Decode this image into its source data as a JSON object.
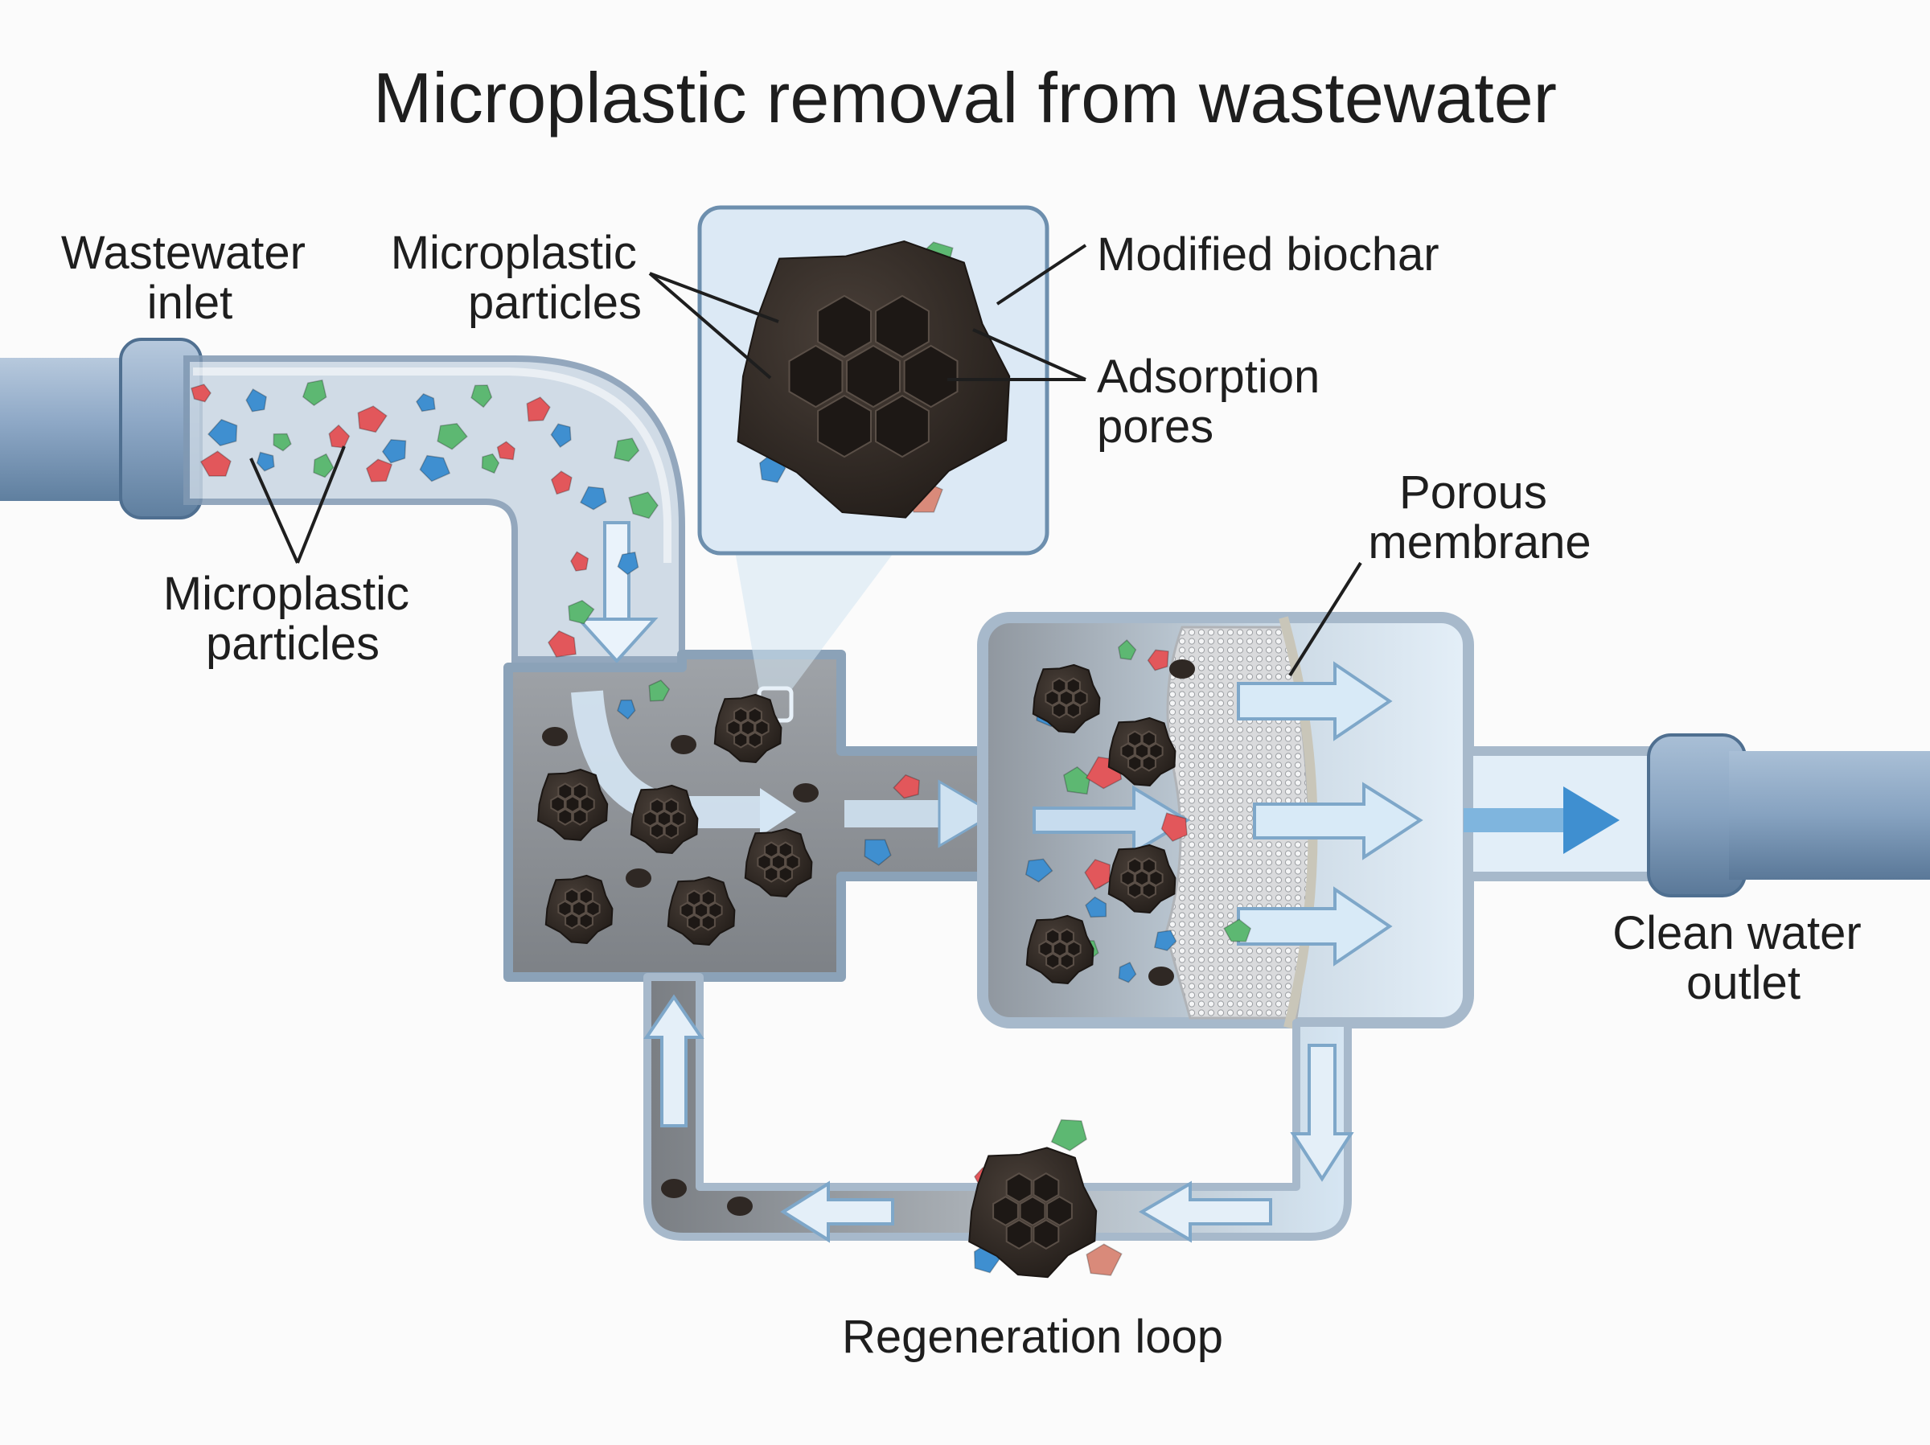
{
  "title": "Microplastic removal from wastewater",
  "labels": {
    "wastewater_inlet": [
      "Wastewater",
      "inlet"
    ],
    "microplastic_particles_pipe": [
      "Microplastic",
      "particles"
    ],
    "microplastic_particles_inset": [
      "Microplastic",
      "particles"
    ],
    "modified_biochar": "Modified biochar",
    "adsorption_pores": [
      "Adsorption",
      "pores"
    ],
    "porous_membrane": [
      "Porous",
      "membrane"
    ],
    "clean_water_outlet": [
      "Clean water",
      "outlet"
    ],
    "regeneration_loop": "Regeneration loop"
  },
  "colors": {
    "pipe_blue": "#8ea8c6",
    "pipe_dark": "#5f7f9f",
    "water_light": "#dbe9f5",
    "tank_grey": "#8b8f94",
    "biochar": "#3a322d",
    "particle_red": "#e2575b",
    "particle_blue": "#3f8fd0",
    "particle_green": "#5db872",
    "flow_arrow": "#9cc6e6"
  },
  "icons": [
    "biochar-granule-icon",
    "microplastic-fragment-icon",
    "flow-arrow-icon",
    "magnifier-inset-icon"
  ]
}
